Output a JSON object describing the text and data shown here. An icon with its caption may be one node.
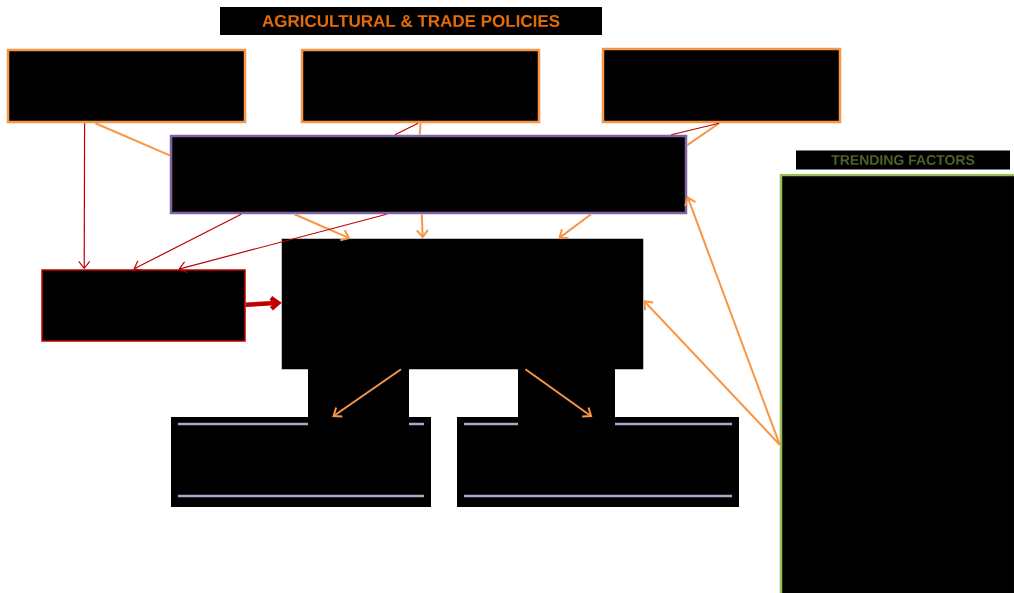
{
  "diagram": {
    "title": "AGRICULTURAL & TRADE POLICIES",
    "nodes": [
      {
        "text": [],
        "shape": "box"
      },
      {
        "text": [],
        "shape": "box"
      },
      {
        "text": [],
        "shape": "box"
      },
      {
        "text": [],
        "shape": "box"
      },
      {
        "text": [],
        "shape": "box"
      },
      {
        "text": [],
        "shape": "box"
      },
      {
        "text": [],
        "shape": "box"
      },
      {
        "text": [],
        "shape": "box"
      },
      {
        "text": [
          "TRENDING FACTORS"
        ]
      }
    ],
    "edges": [
      {
        "from": 0,
        "to": 3,
        "arrow": "none"
      },
      {
        "from": 1,
        "to": 3,
        "arrow": "none"
      },
      {
        "from": 2,
        "to": 3,
        "arrow": "none"
      },
      {
        "from": 0,
        "to": 4,
        "arrow": "to",
        "color": "#c00000"
      },
      {
        "from": 1,
        "to": 3,
        "arrow": "none",
        "color": "#c00000"
      },
      {
        "from": 2,
        "to": 3,
        "arrow": "none",
        "color": "#c00000"
      },
      {
        "from": 4,
        "to": 5,
        "arrow": "to",
        "style": "thick",
        "color": "#c00000"
      },
      {
        "from": 5,
        "to": 6,
        "arrow": "to"
      },
      {
        "from": 5,
        "to": 7,
        "arrow": "to"
      },
      {
        "from": 8,
        "to": 3,
        "arrow": "to"
      },
      {
        "from": 8,
        "to": 5,
        "arrow": "to"
      },
      {
        "from": 3,
        "to": 5,
        "arrow": "to"
      },
      {
        "from": 3,
        "to": 5,
        "arrow": "to"
      },
      {
        "from": 3,
        "to": 5,
        "arrow": "to"
      },
      {
        "from": 3,
        "to": 4,
        "arrow": "to",
        "color": "#c00000"
      },
      {
        "from": 3,
        "to": 4,
        "arrow": "to",
        "color": "#c00000"
      }
    ]
  }
}
